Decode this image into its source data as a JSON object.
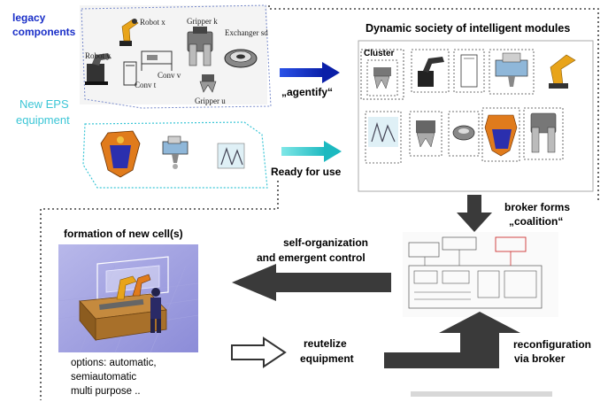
{
  "labels": {
    "legacy_line1": "legacy",
    "legacy_line2": "components",
    "new_eps_line1": "New EPS",
    "new_eps_line2": "equipment",
    "robot_x": "Robot x",
    "robot_y": "Robot y",
    "gripper_k": "Gripper k",
    "exchanger_sd": "Exchanger sd",
    "conv_v": "Conv v",
    "conv_t": "Conv t",
    "gripper_u": "Gripper u",
    "agentify": "„agentify“",
    "ready_for_use": "Ready for use",
    "dynamic_title": "Dynamic society of intelligent modules",
    "cluster": "Cluster",
    "broker_line1": "broker forms",
    "broker_line2": "„coalition“",
    "self_org_line1": "self-organization",
    "self_org_line2": "and emergent control",
    "formation": "formation of new cell(s)",
    "reutelize_line1": "reutelize",
    "reutelize_line2": "equipment",
    "reconfig_line1": "reconfiguration",
    "reconfig_line2": "via broker",
    "options_line1": "options: automatic,",
    "options_line2": "semiautomatic",
    "options_line3": "multi purpose .."
  },
  "colors": {
    "legacy_text": "#1a2fc8",
    "new_eps_text": "#3cc6d6",
    "agentify_arrow": "#1f3fd0",
    "ready_arrow": "#3fd0d0",
    "dark_arrow": "#3a3a3a"
  }
}
